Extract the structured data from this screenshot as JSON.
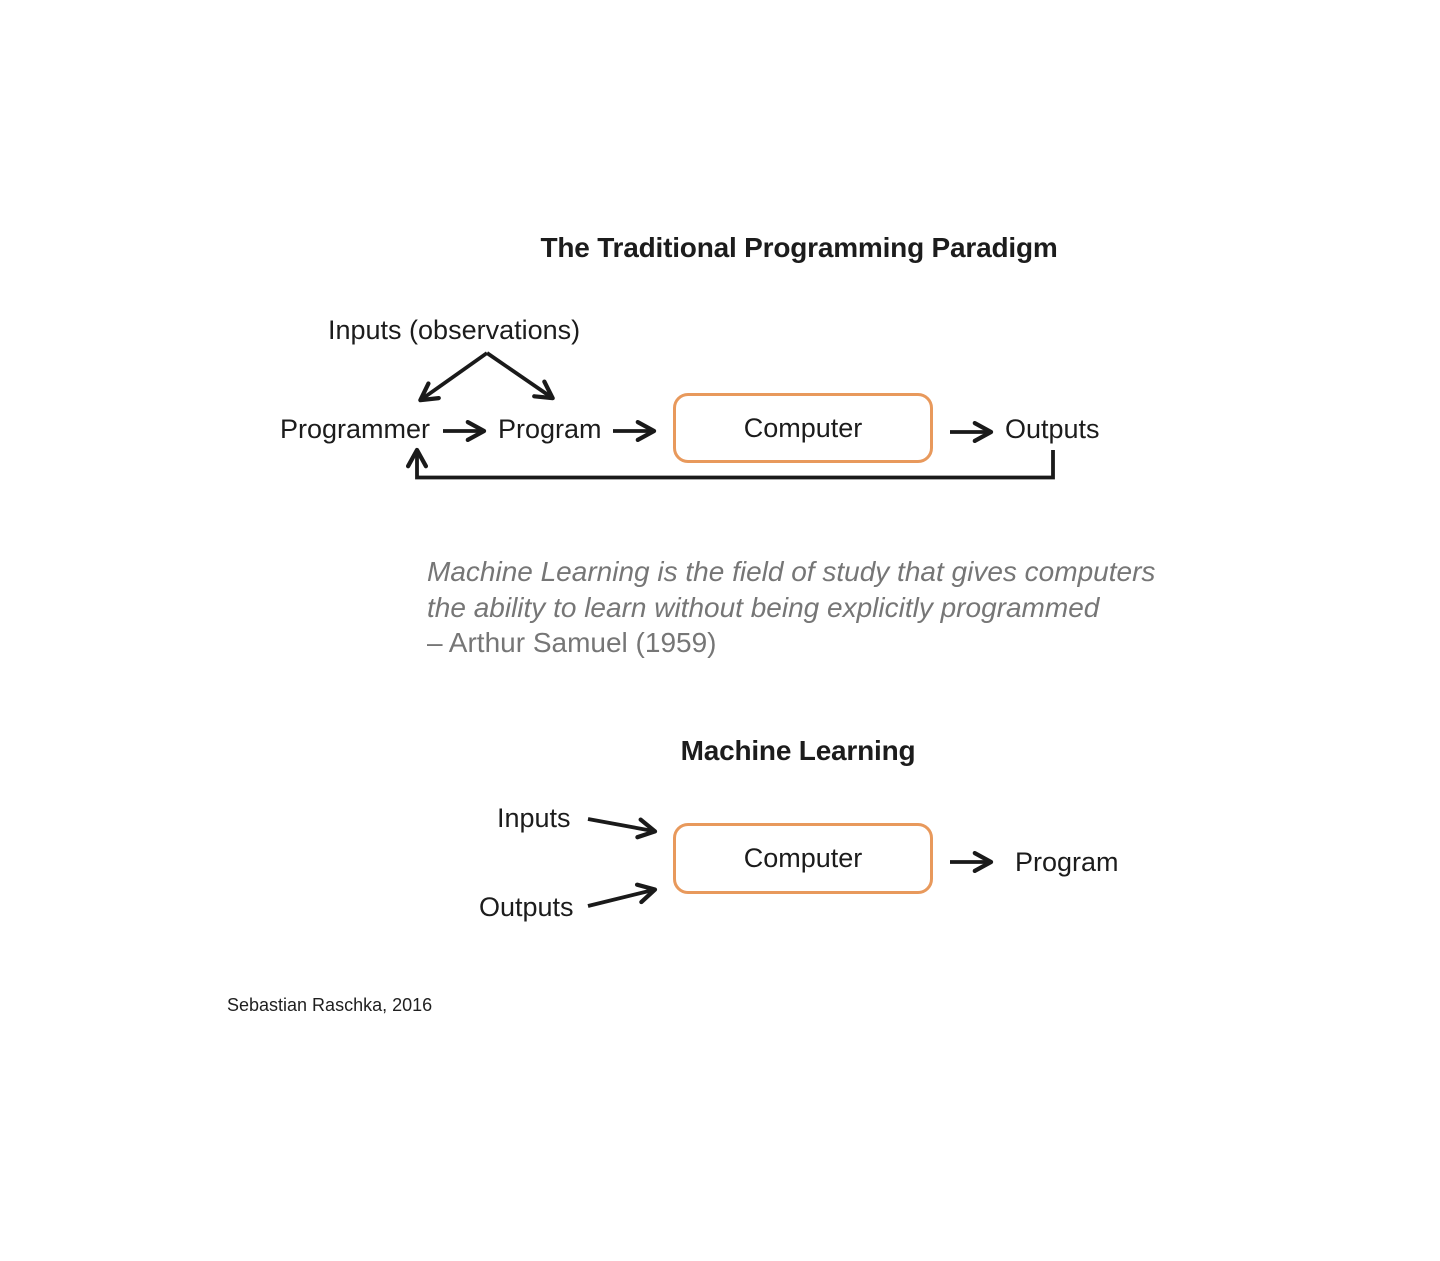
{
  "colors": {
    "background": "#ffffff",
    "box_border": "#e8995c",
    "arrow": "#1a1a1a",
    "text": "#1c1c1c",
    "quote_text": "#767676"
  },
  "traditional_diagram": {
    "title": "The Traditional Programming Paradigm",
    "inputs_label": "Inputs (observations)",
    "programmer_label": "Programmer",
    "program_label": "Program",
    "computer_label": "Computer",
    "outputs_label": "Outputs"
  },
  "quote": {
    "line1": "Machine Learning is the field of study that gives computers",
    "line2": "the ability to learn without being explicitly programmed",
    "attribution": "– Arthur Samuel (1959)"
  },
  "ml_diagram": {
    "title": "Machine Learning",
    "inputs_label": "Inputs",
    "outputs_label": "Outputs",
    "computer_label": "Computer",
    "program_label": "Program"
  },
  "footer": {
    "credit": "Sebastian Raschka, 2016"
  }
}
